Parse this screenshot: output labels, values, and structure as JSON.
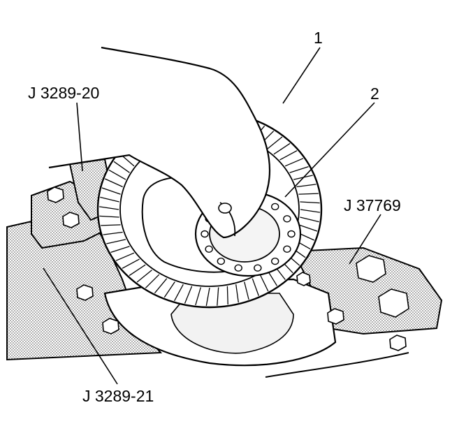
{
  "callouts": {
    "item_1": "1",
    "item_2": "2",
    "tool_left_upper": "J 3289-20",
    "tool_right": "J 37769",
    "tool_left_lower": "J 3289-21"
  },
  "colors": {
    "line": "#000000",
    "stipple": "#bdbdbd",
    "shadow": "#e6e6e6",
    "background": "#ffffff"
  }
}
